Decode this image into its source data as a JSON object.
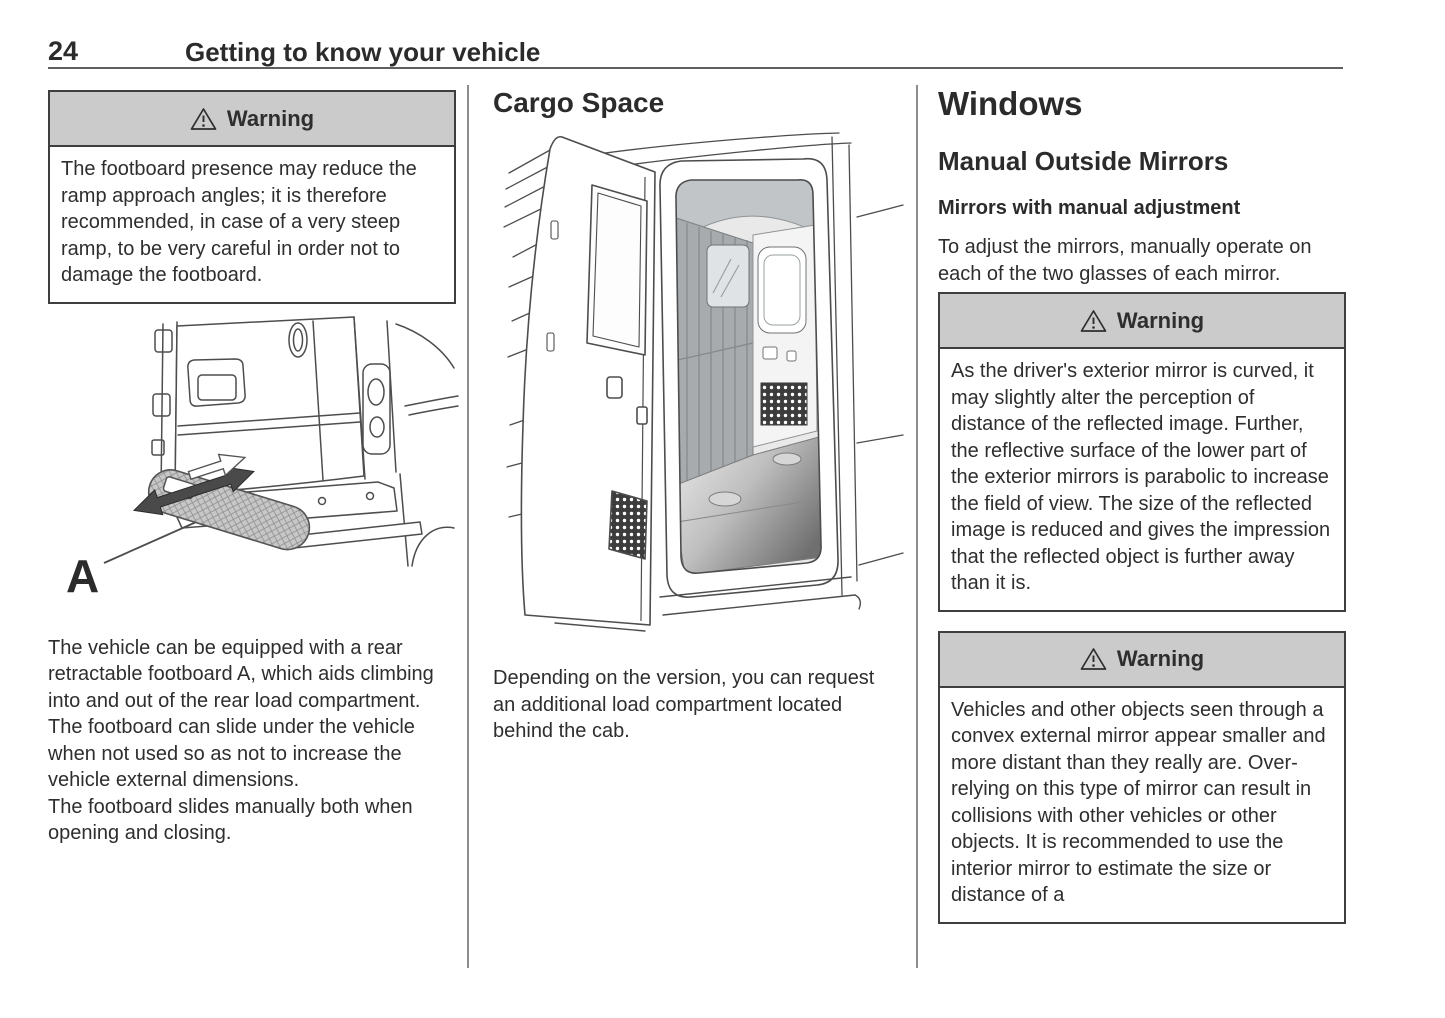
{
  "page": {
    "number": "24",
    "header_title": "Getting to know your vehicle"
  },
  "left_column": {
    "warning": {
      "title": "Warning",
      "body": "The footboard presence may reduce the ramp approach angles; it is therefore recommended, in case of a very steep ramp, to be very careful in order not to damage the footboard."
    },
    "illustration_label": "A",
    "paragraphs": [
      "The vehicle can be equipped with a rear retractable footboard A, which aids climbing into and out of the rear load compartment.",
      "The footboard can slide under the vehicle when not used so as not to increase the vehicle external dimensions.",
      "The footboard slides manually both when opening and closing."
    ]
  },
  "middle_column": {
    "heading": "Cargo Space",
    "paragraph": "Depending on the version, you can request an additional load compartment located behind the cab."
  },
  "right_column": {
    "heading": "Windows",
    "subheading": "Manual Outside Mirrors",
    "subsubheading": "Mirrors with manual adjustment",
    "paragraph": "To adjust the mirrors, manually operate on each of the two glasses of each mirror.",
    "warning1": {
      "title": "Warning",
      "body": "As the driver's exterior mirror is curved, it may slightly alter the perception of distance of the reflected image. Further, the reflective surface of the lower part of the exterior mirrors is parabolic to increase the field of view. The size of the reflected image is reduced and gives the impression that the reflected object is further away than it is."
    },
    "warning2": {
      "title": "Warning",
      "body": "Vehicles and other objects seen through a convex external mirror appear smaller and more distant than they really are. Over-relying on this type of mirror can result in collisions with other vehicles or other objects. It is recommended to use the interior mirror to estimate the size or distance of a"
    }
  },
  "colors": {
    "warning_header_bg": "#cbcbcb",
    "warning_border": "#3e3e3e",
    "text": "#2e2e2e",
    "divider": "#8d8d8d"
  }
}
